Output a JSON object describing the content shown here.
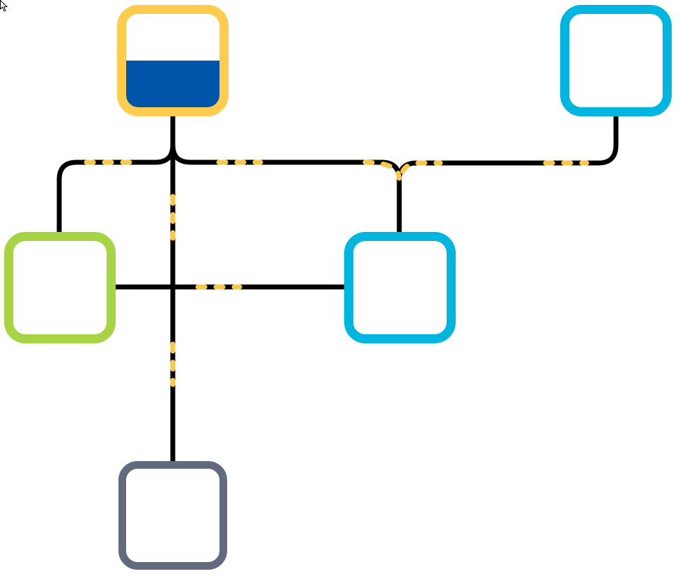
{
  "colors": {
    "track": "#000000",
    "packet": "#F9C846",
    "background": "#FFFFFF",
    "fill": "#0055AA"
  },
  "nodes": [
    {
      "id": "node-top-left",
      "border_color": "#FFCC4D",
      "fill_level": 0.5
    },
    {
      "id": "node-top-right",
      "border_color": "#00B5E0",
      "fill_level": 0
    },
    {
      "id": "node-middle-left",
      "border_color": "#A6D444",
      "fill_level": 0
    },
    {
      "id": "node-middle-center",
      "border_color": "#00B5E0",
      "fill_level": 0
    },
    {
      "id": "node-bottom",
      "border_color": "#626A7D",
      "fill_level": 0
    }
  ],
  "connections": [
    {
      "id": "link-top-left-to-middle-left"
    },
    {
      "id": "link-top-left-to-middle-center"
    },
    {
      "id": "link-top-right-to-middle-center"
    },
    {
      "id": "link-middle-left-to-middle-center"
    },
    {
      "id": "link-top-left-to-bottom"
    }
  ],
  "cursor": {
    "icon": "arrow-cursor-icon"
  }
}
